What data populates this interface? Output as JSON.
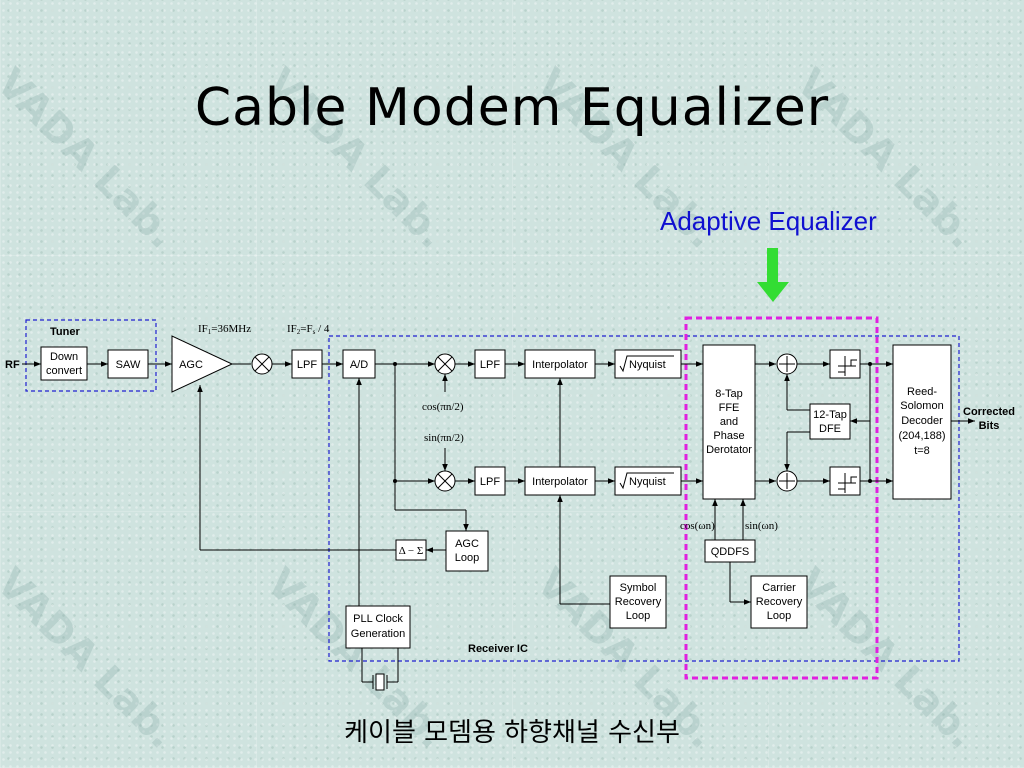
{
  "title": "Cable Modem Equalizer",
  "subtitle": "케이블 모뎀용 하향채널 수신부",
  "watermark": "VADA Lab.",
  "adaptive_label": "Adaptive Equalizer",
  "colors": {
    "adaptive_label": "#1010d0",
    "arrow": "#33dd33",
    "adaptive_box": "#e020e0",
    "receiver_box": "#2020d0"
  },
  "labels": {
    "rf": "RF",
    "tuner": "Tuner",
    "receiver_ic": "Receiver IC",
    "if1": "IF",
    "if1_sub": "1",
    "if1_rest": "=36MHz",
    "if2": "IF",
    "if2_sub": "2",
    "if2_mid": "=F",
    "if2_sub2": "s",
    "if2_rest": " / 4",
    "cos_pi": "cos(πn/2)",
    "sin_pi": "sin(πn/2)",
    "cos_w": "cos(ωn)",
    "sin_w": "sin(ωn)",
    "corrected_bits_1": "Corrected",
    "corrected_bits_2": "Bits"
  },
  "blocks": {
    "downconvert": [
      "Down",
      "convert"
    ],
    "saw": "SAW",
    "agc": "AGC",
    "lpf_main": "LPF",
    "ad": "A/D",
    "lpf_top": "LPF",
    "lpf_bottom": "LPF",
    "interp_top": "Interpolator",
    "interp_bottom": "Interpolator",
    "nyquist_top": "Nyquist",
    "nyquist_bottom": "Nyquist",
    "ffe": [
      "8-Tap",
      "FFE",
      "and",
      "Phase",
      "Derotator"
    ],
    "dfe": [
      "12-Tap",
      "DFE"
    ],
    "rs": [
      "Reed-",
      "Solomon",
      "Decoder",
      "(204,188)",
      "t=8"
    ],
    "agc_loop": [
      "AGC",
      "Loop"
    ],
    "delta_sigma": "Δ − Σ",
    "qddfs": "QDDFS",
    "symbol_recovery": [
      "Symbol",
      "Recovery",
      "Loop"
    ],
    "carrier_recovery": [
      "Carrier",
      "Recovery",
      "Loop"
    ],
    "pll": [
      "PLL Clock",
      "Generation"
    ]
  }
}
